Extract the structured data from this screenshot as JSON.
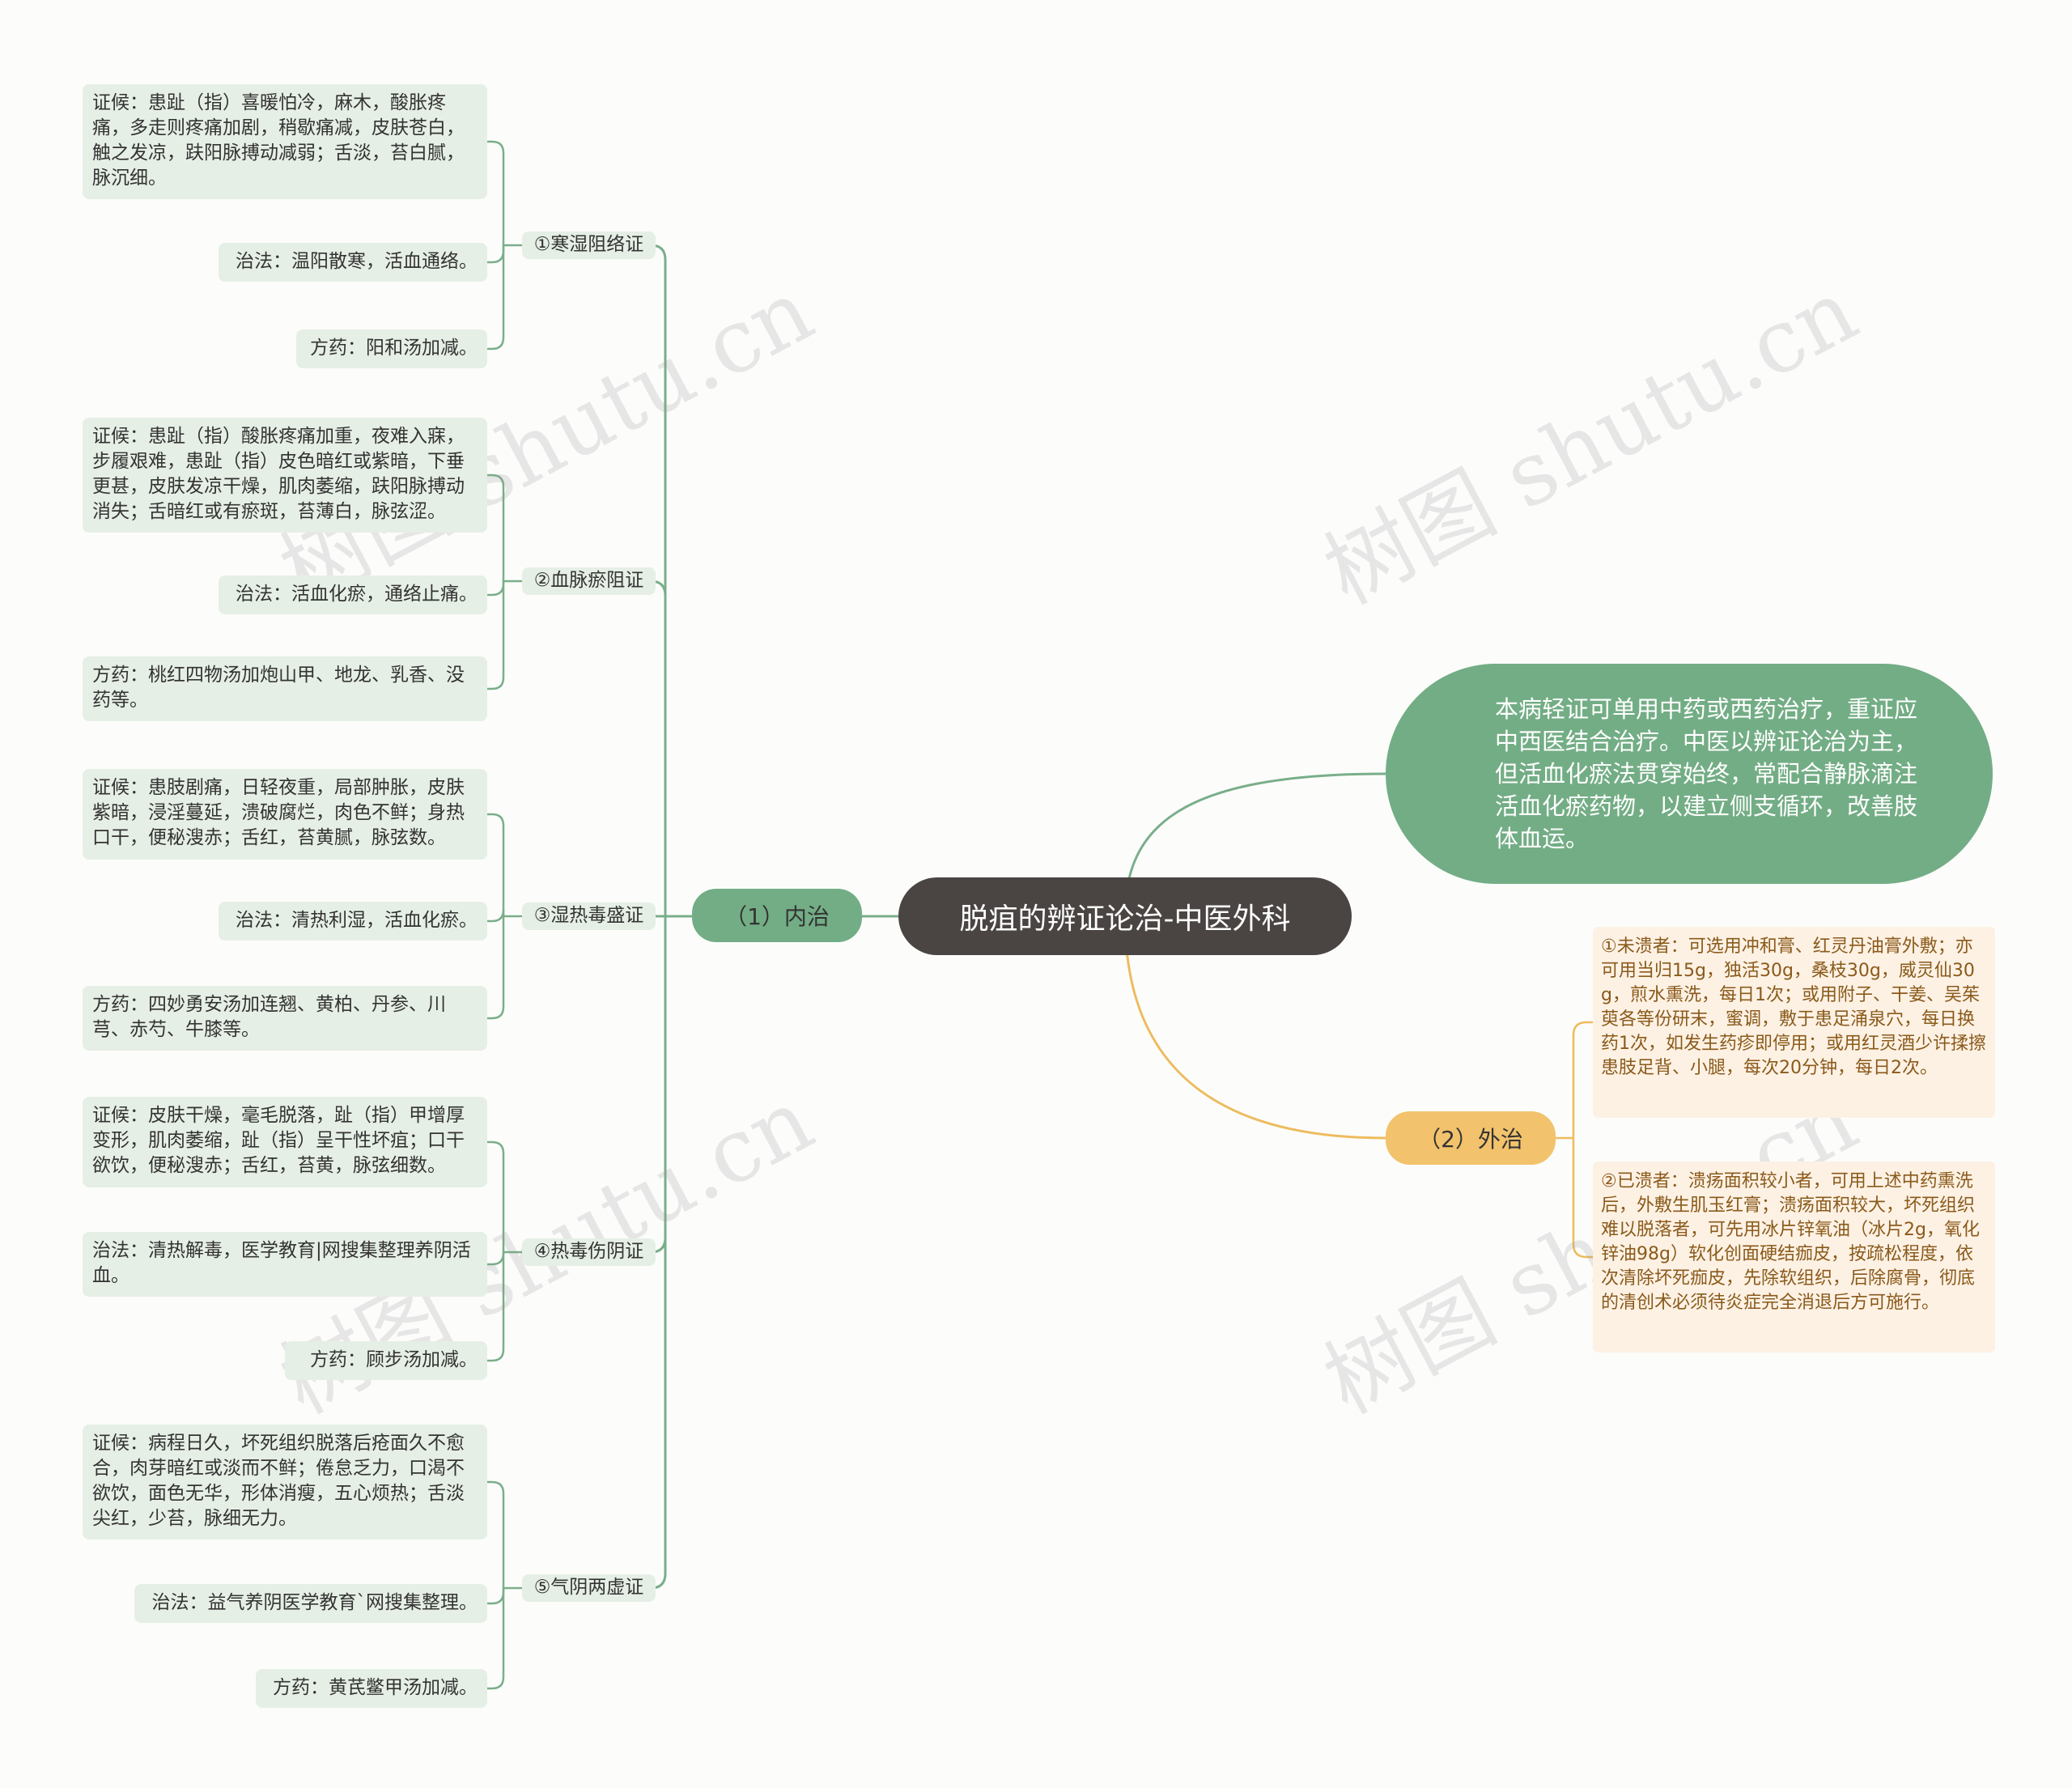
{
  "root": {
    "title": "脱疽的辨证论治-中医外科"
  },
  "intro": {
    "text": "本病轻证可单用中药或西药治疗，重证应中西医结合治疗。中医以辨证论治为主，但活血化瘀法贯穿始终，常配合静脉滴注活血化瘀药物，以建立侧支循环，改善肢体血运。"
  },
  "inner": {
    "label": "（1）内治",
    "syndromes": [
      {
        "label": "①寒湿阻络证",
        "symptom": "证候：患趾（指）喜暖怕冷，麻木，酸胀疼痛，多走则疼痛加剧，稍歇痛减，皮肤苍白，触之发凉，趺阳脉搏动减弱；舌淡，苔白腻，脉沉细。",
        "method": "治法：温阳散寒，活血通络。",
        "formula": "方药：阳和汤加减。"
      },
      {
        "label": "②血脉瘀阻证",
        "symptom": "证候：患趾（指）酸胀疼痛加重，夜难入寐，步履艰难，患趾（指）皮色暗红或紫暗，下垂更甚，皮肤发凉干燥，肌肉萎缩，趺阳脉搏动消失；舌暗红或有瘀斑，苔薄白，脉弦涩。",
        "method": "治法：活血化瘀，通络止痛。",
        "formula": "方药：桃红四物汤加炮山甲、地龙、乳香、没药等。"
      },
      {
        "label": "③湿热毒盛证",
        "symptom": "证候：患肢剧痛，日轻夜重，局部肿胀，皮肤紫暗，浸淫蔓延，溃破腐烂，肉色不鲜；身热口干，便秘溲赤；舌红，苔黄腻，脉弦数。",
        "method": "治法：清热利湿，活血化瘀。",
        "formula": "方药：四妙勇安汤加连翘、黄柏、丹参、川芎、赤芍、牛膝等。"
      },
      {
        "label": "④热毒伤阴证",
        "symptom": "证候：皮肤干燥，毫毛脱落，趾（指）甲增厚变形，肌肉萎缩，趾（指）呈干性坏疽；口干欲饮，便秘溲赤；舌红，苔黄，脉弦细数。",
        "method": "治法：清热解毒，医学教育|网搜集整理养阴活血。",
        "formula": "方药：顾步汤加减。"
      },
      {
        "label": "⑤气阴两虚证",
        "symptom": "证候：病程日久，坏死组织脱落后疮面久不愈合，肉芽暗红或淡而不鲜；倦怠乏力，口渴不欲饮，面色无华，形体消瘦，五心烦热；舌淡尖红，少苔，脉细无力。",
        "method": "治法：益气养阴医学教育`网搜集整理。",
        "formula": "方药：黄芪鳖甲汤加减。"
      }
    ]
  },
  "outer": {
    "label": "（2）外治",
    "items": [
      {
        "text": "①未溃者：可选用冲和膏、红灵丹油膏外敷；亦可用当归15g，独活30g，桑枝30g，威灵仙30g，煎水熏洗，每日1次；或用附子、干姜、吴茱萸各等份研末，蜜调，敷于患足涌泉穴，每日换药1次，如发生药疹即停用；或用红灵酒少许揉擦患肢足背、小腿，每次20分钟，每日2次。"
      },
      {
        "text": "②已溃者：溃疡面积较小者，可用上述中药熏洗后，外敷生肌玉红膏；溃疡面积较大，坏死组织难以脱落者，可先用冰片锌氧油（冰片2g，氧化锌油98g）软化创面硬结痂皮，按疏松程度，依次清除坏死痂皮，先除软组织，后除腐骨，彻底的清创术必须待炎症完全消退后方可施行。"
      }
    ]
  },
  "watermark": {
    "text": "树图 shutu.cn"
  },
  "colors": {
    "root": "#4a4543",
    "green": "#73ad85",
    "green_line": "#7aae8a",
    "orange": "#f2c26c",
    "orange_line": "#eebb5f",
    "leaf_bg": "#e6efe5",
    "outer_bg": "#fdf1e4"
  }
}
